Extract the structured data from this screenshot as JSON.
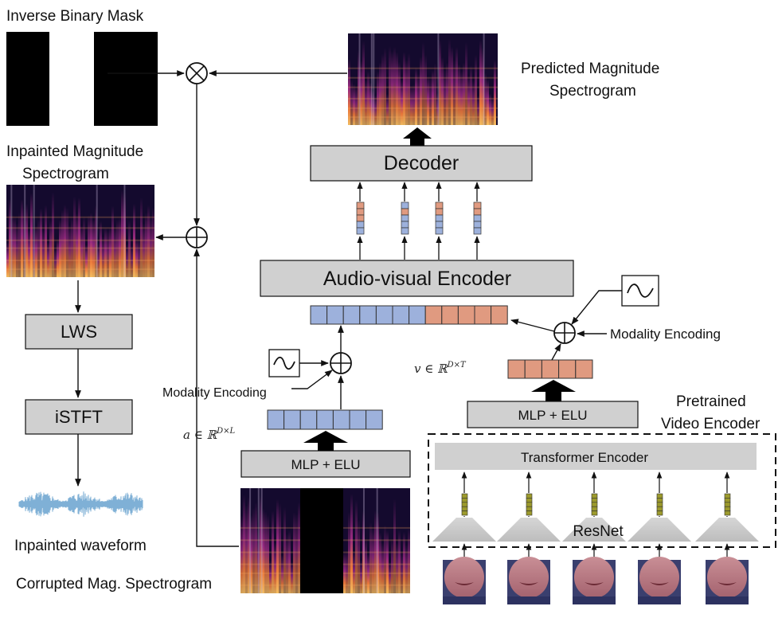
{
  "labels": {
    "inverse_mask": "Inverse Binary Mask",
    "predicted_spec_line1": "Predicted Magnitude",
    "predicted_spec_line2": "Spectrogram",
    "inpainted_spec_line1": "Inpainted Magnitude",
    "inpainted_spec_line2": "Spectrogram",
    "lws": "LWS",
    "istft": "iSTFT",
    "inpainted_waveform": "Inpainted waveform",
    "corrupted_spec": "Corrupted Mag. Spectrogram",
    "decoder": "Decoder",
    "av_encoder": "Audio-visual Encoder",
    "modality_encoding_left": "Modality Encoding",
    "modality_encoding_right": "Modality Encoding",
    "mlp_elu_audio": "MLP + ELU",
    "mlp_elu_video": "MLP + ELU",
    "pretrained_line1": "Pretrained",
    "pretrained_line2": "Video Encoder",
    "transformer_encoder": "Transformer Encoder",
    "resnet": "ResNet"
  },
  "math": {
    "audio_dim": "a ∈ ℝ",
    "audio_sup": "D×L",
    "video_dim": "v ∈ ℝ",
    "video_sup": "D×T"
  },
  "symbols": {
    "multiply": "⊗",
    "add": "⊕"
  },
  "colors": {
    "block_gray": "#d0d0d0",
    "audio_token": "#9db1dc",
    "video_token": "#e09a80",
    "frame_feature": "#9c9a2c",
    "spectrogram_dark": "#140a2e",
    "spectrogram_hot": "#f07a3a",
    "spectrogram_mid": "#9a2a82"
  },
  "icons": [
    "sine-wave-icon",
    "multiply-icon",
    "add-icon",
    "face-frame-icon",
    "waveform-icon"
  ]
}
